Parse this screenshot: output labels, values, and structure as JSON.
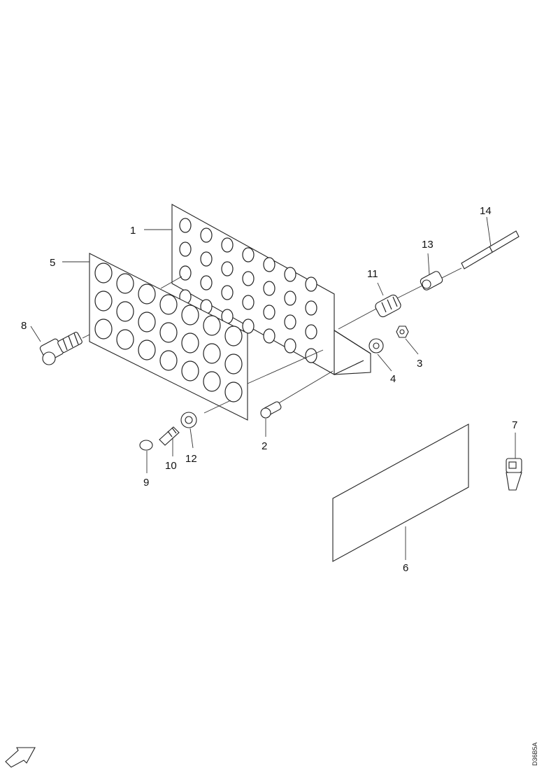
{
  "callouts": [
    {
      "label": "1"
    },
    {
      "label": "2"
    },
    {
      "label": "3"
    },
    {
      "label": "4"
    },
    {
      "label": "5"
    },
    {
      "label": "6"
    },
    {
      "label": "7"
    },
    {
      "label": "8"
    },
    {
      "label": "9"
    },
    {
      "label": "10"
    },
    {
      "label": "11"
    },
    {
      "label": "12"
    },
    {
      "label": "13"
    },
    {
      "label": "14"
    }
  ],
  "side_code": "D36B5A",
  "icons": {
    "corner_arrow": "arrow-icon"
  }
}
